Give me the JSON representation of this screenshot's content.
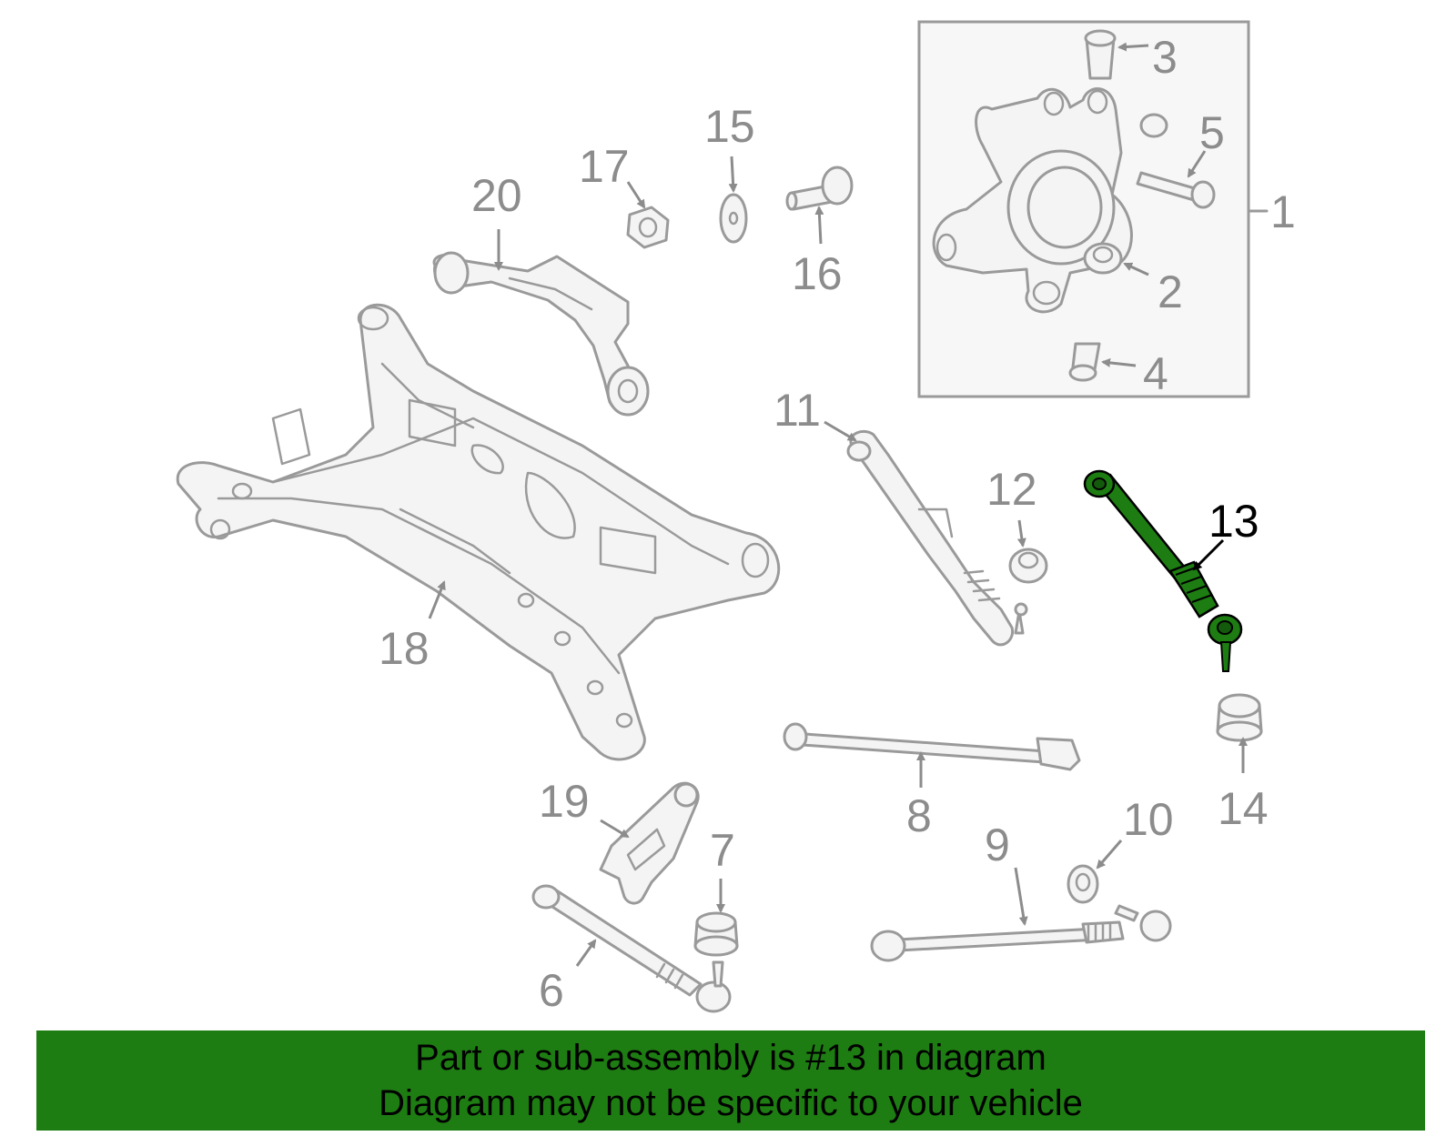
{
  "callouts": {
    "c1": "1",
    "c2": "2",
    "c3": "3",
    "c4": "4",
    "c5": "5",
    "c6": "6",
    "c7": "7",
    "c8": "8",
    "c9": "9",
    "c10": "10",
    "c11": "11",
    "c12": "12",
    "c13": "13",
    "c14": "14",
    "c15": "15",
    "c16": "16",
    "c17": "17",
    "c18": "18",
    "c19": "19",
    "c20": "20"
  },
  "highlight": {
    "part_number": "13",
    "color": "#1e7d12"
  },
  "colors": {
    "part_stroke": "#9a9a9a",
    "label": "#8c8c8c",
    "banner_bg": "#1e7d12"
  },
  "banner": {
    "line1": "Part or sub-assembly is #13 in diagram",
    "line2": "Diagram may not be specific to your vehicle"
  }
}
